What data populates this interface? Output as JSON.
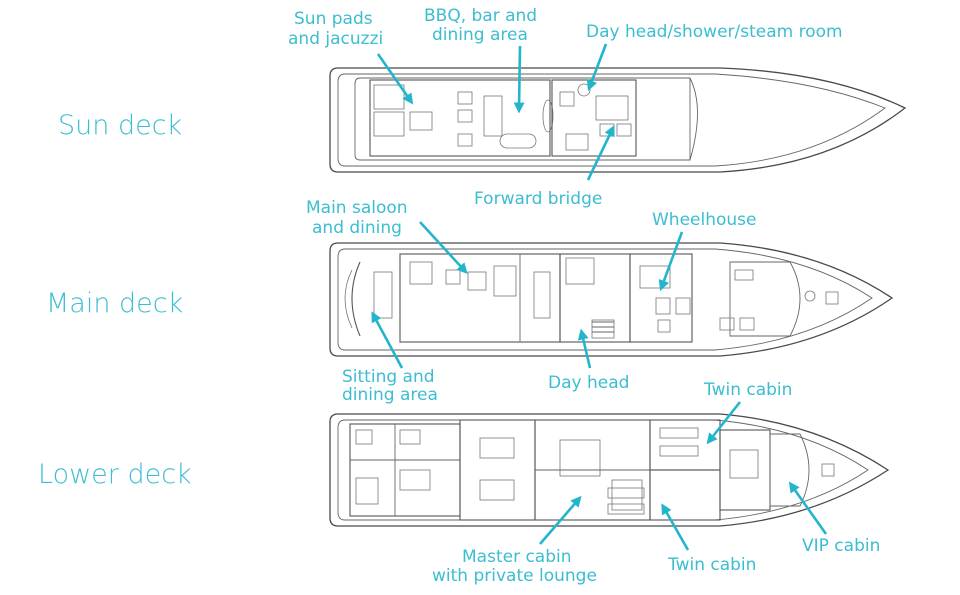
{
  "decks": {
    "sun": "Sun deck",
    "main": "Main deck",
    "lower": "Lower deck"
  },
  "callouts": {
    "sun_pads_1": "Sun pads",
    "sun_pads_2": "and jacuzzi",
    "bbq_1": "BBQ, bar and",
    "bbq_2": "dining area",
    "day_head_shower": "Day head/shower/steam room",
    "forward_bridge": "Forward bridge",
    "main_saloon_1": "Main saloon",
    "main_saloon_2": "and dining",
    "wheelhouse": "Wheelhouse",
    "sitting_1": "Sitting and",
    "sitting_2": "dining area",
    "day_head": "Day head",
    "twin_cabin_upper": "Twin cabin",
    "master_1": "Master cabin",
    "master_2": "with private lounge",
    "twin_cabin_lower": "Twin cabin",
    "vip_cabin": "VIP cabin"
  },
  "colors": {
    "accent": "#3bbdd2",
    "arrow": "#23b5cc",
    "line": "#4a4a4a"
  }
}
